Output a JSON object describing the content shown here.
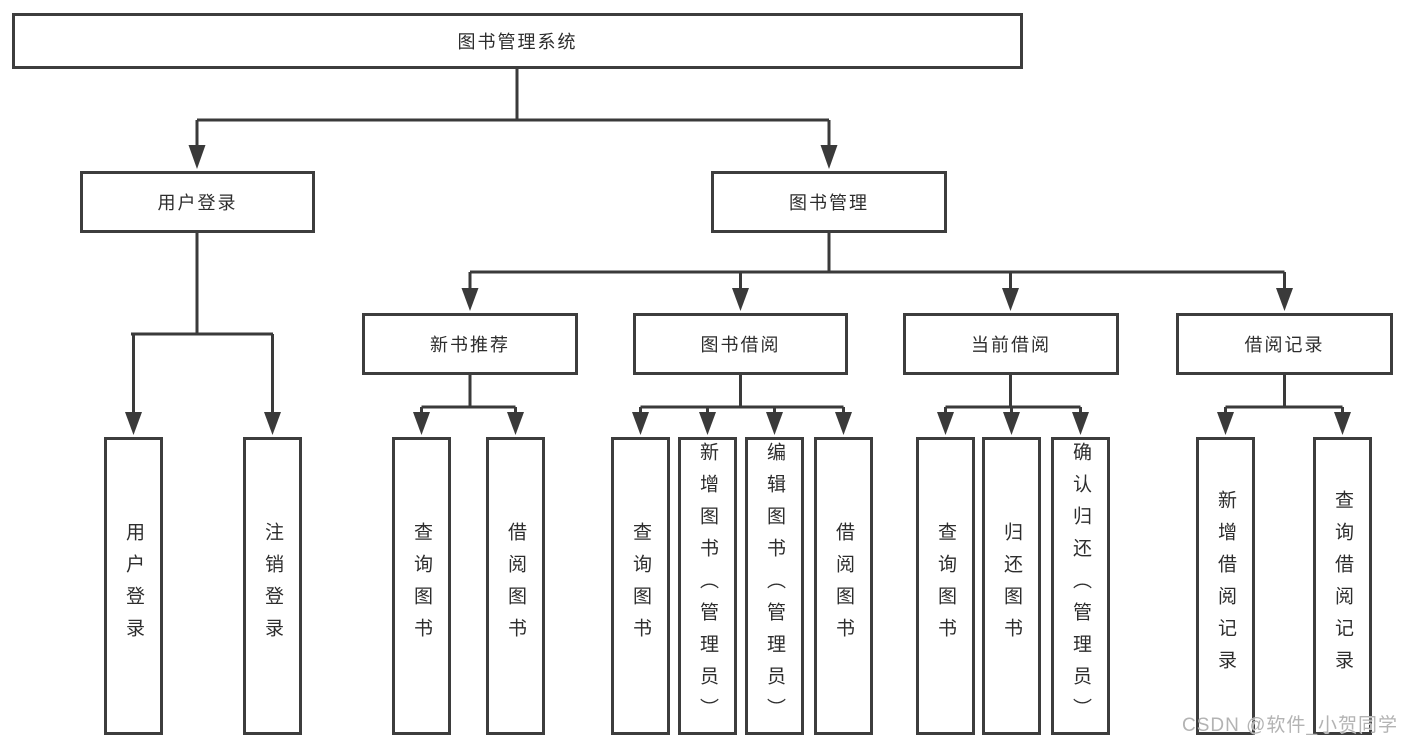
{
  "diagram": {
    "root_label": "图书管理系统",
    "user_login": {
      "label": "用户登录",
      "leaves": {
        "login": "用户登录",
        "logout": "注销登录"
      }
    },
    "book_management": {
      "label": "图书管理",
      "new_book_recommend": {
        "label": "新书推荐",
        "leaves": {
          "query_books": "查询图书",
          "borrow_books": "借阅图书"
        }
      },
      "book_borrowing": {
        "label": "图书借阅",
        "leaves": {
          "query_books": "查询图书",
          "add_books_admin": "新增图书（管理员）",
          "edit_books_admin": "编辑图书（管理员）",
          "borrow_books": "借阅图书"
        }
      },
      "current_borrowing": {
        "label": "当前借阅",
        "leaves": {
          "query_books": "查询图书",
          "return_books": "归还图书",
          "confirm_return_admin": "确认归还（管理员）"
        }
      },
      "borrowing_records": {
        "label": "借阅记录",
        "leaves": {
          "add_record": "新增借阅记录",
          "query_record": "查询借阅记录"
        }
      }
    }
  },
  "watermark": {
    "text": "CSDN @软件_小贺同学"
  },
  "colors": {
    "line": "#3a3a3a",
    "border": "#3d3d3d",
    "text": "#2d2d2d",
    "watermark": "#b3b3b3",
    "background": "#ffffff"
  }
}
